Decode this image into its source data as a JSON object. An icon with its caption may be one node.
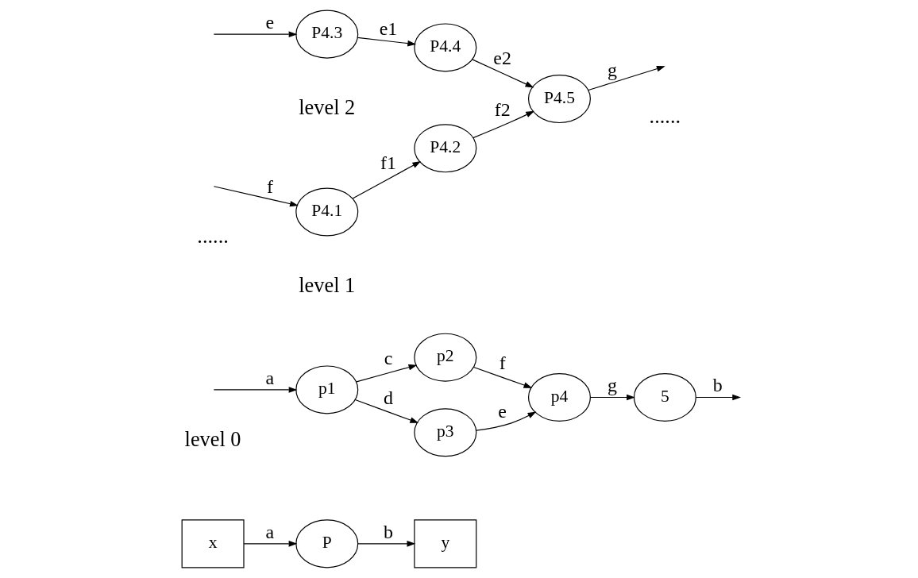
{
  "diagram": {
    "nodes": [
      {
        "text": [
          "x"
        ]
      },
      {
        "text": [
          "P"
        ]
      },
      {
        "text": [
          "y"
        ]
      },
      {
        "text": [
          "p1"
        ]
      },
      {
        "text": [
          "p2"
        ]
      },
      {
        "text": [
          "p3"
        ]
      },
      {
        "text": [
          "p4"
        ]
      },
      {
        "text": [
          "5"
        ]
      },
      {
        "text": [
          "P4.1"
        ]
      },
      {
        "text": [
          "P4.2"
        ]
      },
      {
        "text": [
          "P4.3"
        ]
      },
      {
        "text": [
          "P4.4"
        ]
      },
      {
        "text": [
          "P4.5"
        ]
      }
    ],
    "edges": [
      {
        "from": 0,
        "to": 1,
        "arrow": "to",
        "label": "a"
      },
      {
        "from": 1,
        "to": 2,
        "arrow": "to",
        "label": "b"
      },
      {
        "from": null,
        "to": 3,
        "arrow": "to",
        "label": "a"
      },
      {
        "from": 3,
        "to": 4,
        "arrow": "to",
        "label": "c"
      },
      {
        "from": 3,
        "to": 5,
        "arrow": "to",
        "label": "d"
      },
      {
        "from": 4,
        "to": 6,
        "arrow": "to",
        "label": "f"
      },
      {
        "from": 5,
        "to": 6,
        "arrow": "to",
        "label": "e"
      },
      {
        "from": 6,
        "to": 7,
        "arrow": "to",
        "label": "g"
      },
      {
        "from": 7,
        "to": null,
        "arrow": "to",
        "label": "b"
      },
      {
        "from": null,
        "to": 8,
        "arrow": "to",
        "label": "f"
      },
      {
        "from": 8,
        "to": 9,
        "arrow": "to",
        "label": "f1"
      },
      {
        "from": 9,
        "to": 12,
        "arrow": "to",
        "label": "f2"
      },
      {
        "from": null,
        "to": 10,
        "arrow": "to",
        "label": "e"
      },
      {
        "from": 10,
        "to": 11,
        "arrow": "to",
        "label": "e1"
      },
      {
        "from": 11,
        "to": 12,
        "arrow": "to",
        "label": "e2"
      },
      {
        "from": 12,
        "to": null,
        "arrow": "to",
        "label": "g"
      }
    ],
    "labels": [
      "level 0",
      "level 1",
      "level 2",
      "......",
      "......"
    ]
  }
}
